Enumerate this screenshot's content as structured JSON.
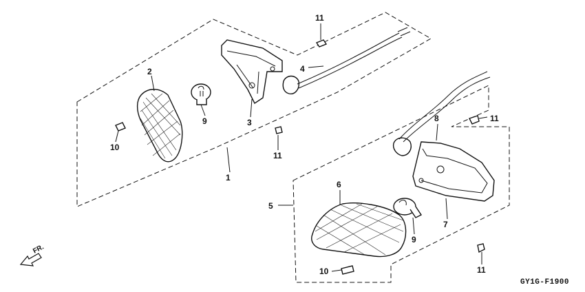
{
  "callouts": {
    "c1": "1",
    "c2": "2",
    "c3": "3",
    "c4": "4",
    "c5": "5",
    "c6": "6",
    "c7": "7",
    "c8": "8",
    "c9a": "9",
    "c9b": "9",
    "c10a": "10",
    "c10b": "10",
    "c11a": "11",
    "c11b": "11",
    "c11c": "11",
    "c11d": "11"
  },
  "direction_label": "FR.",
  "diagram_code": "GY1G-F1900"
}
